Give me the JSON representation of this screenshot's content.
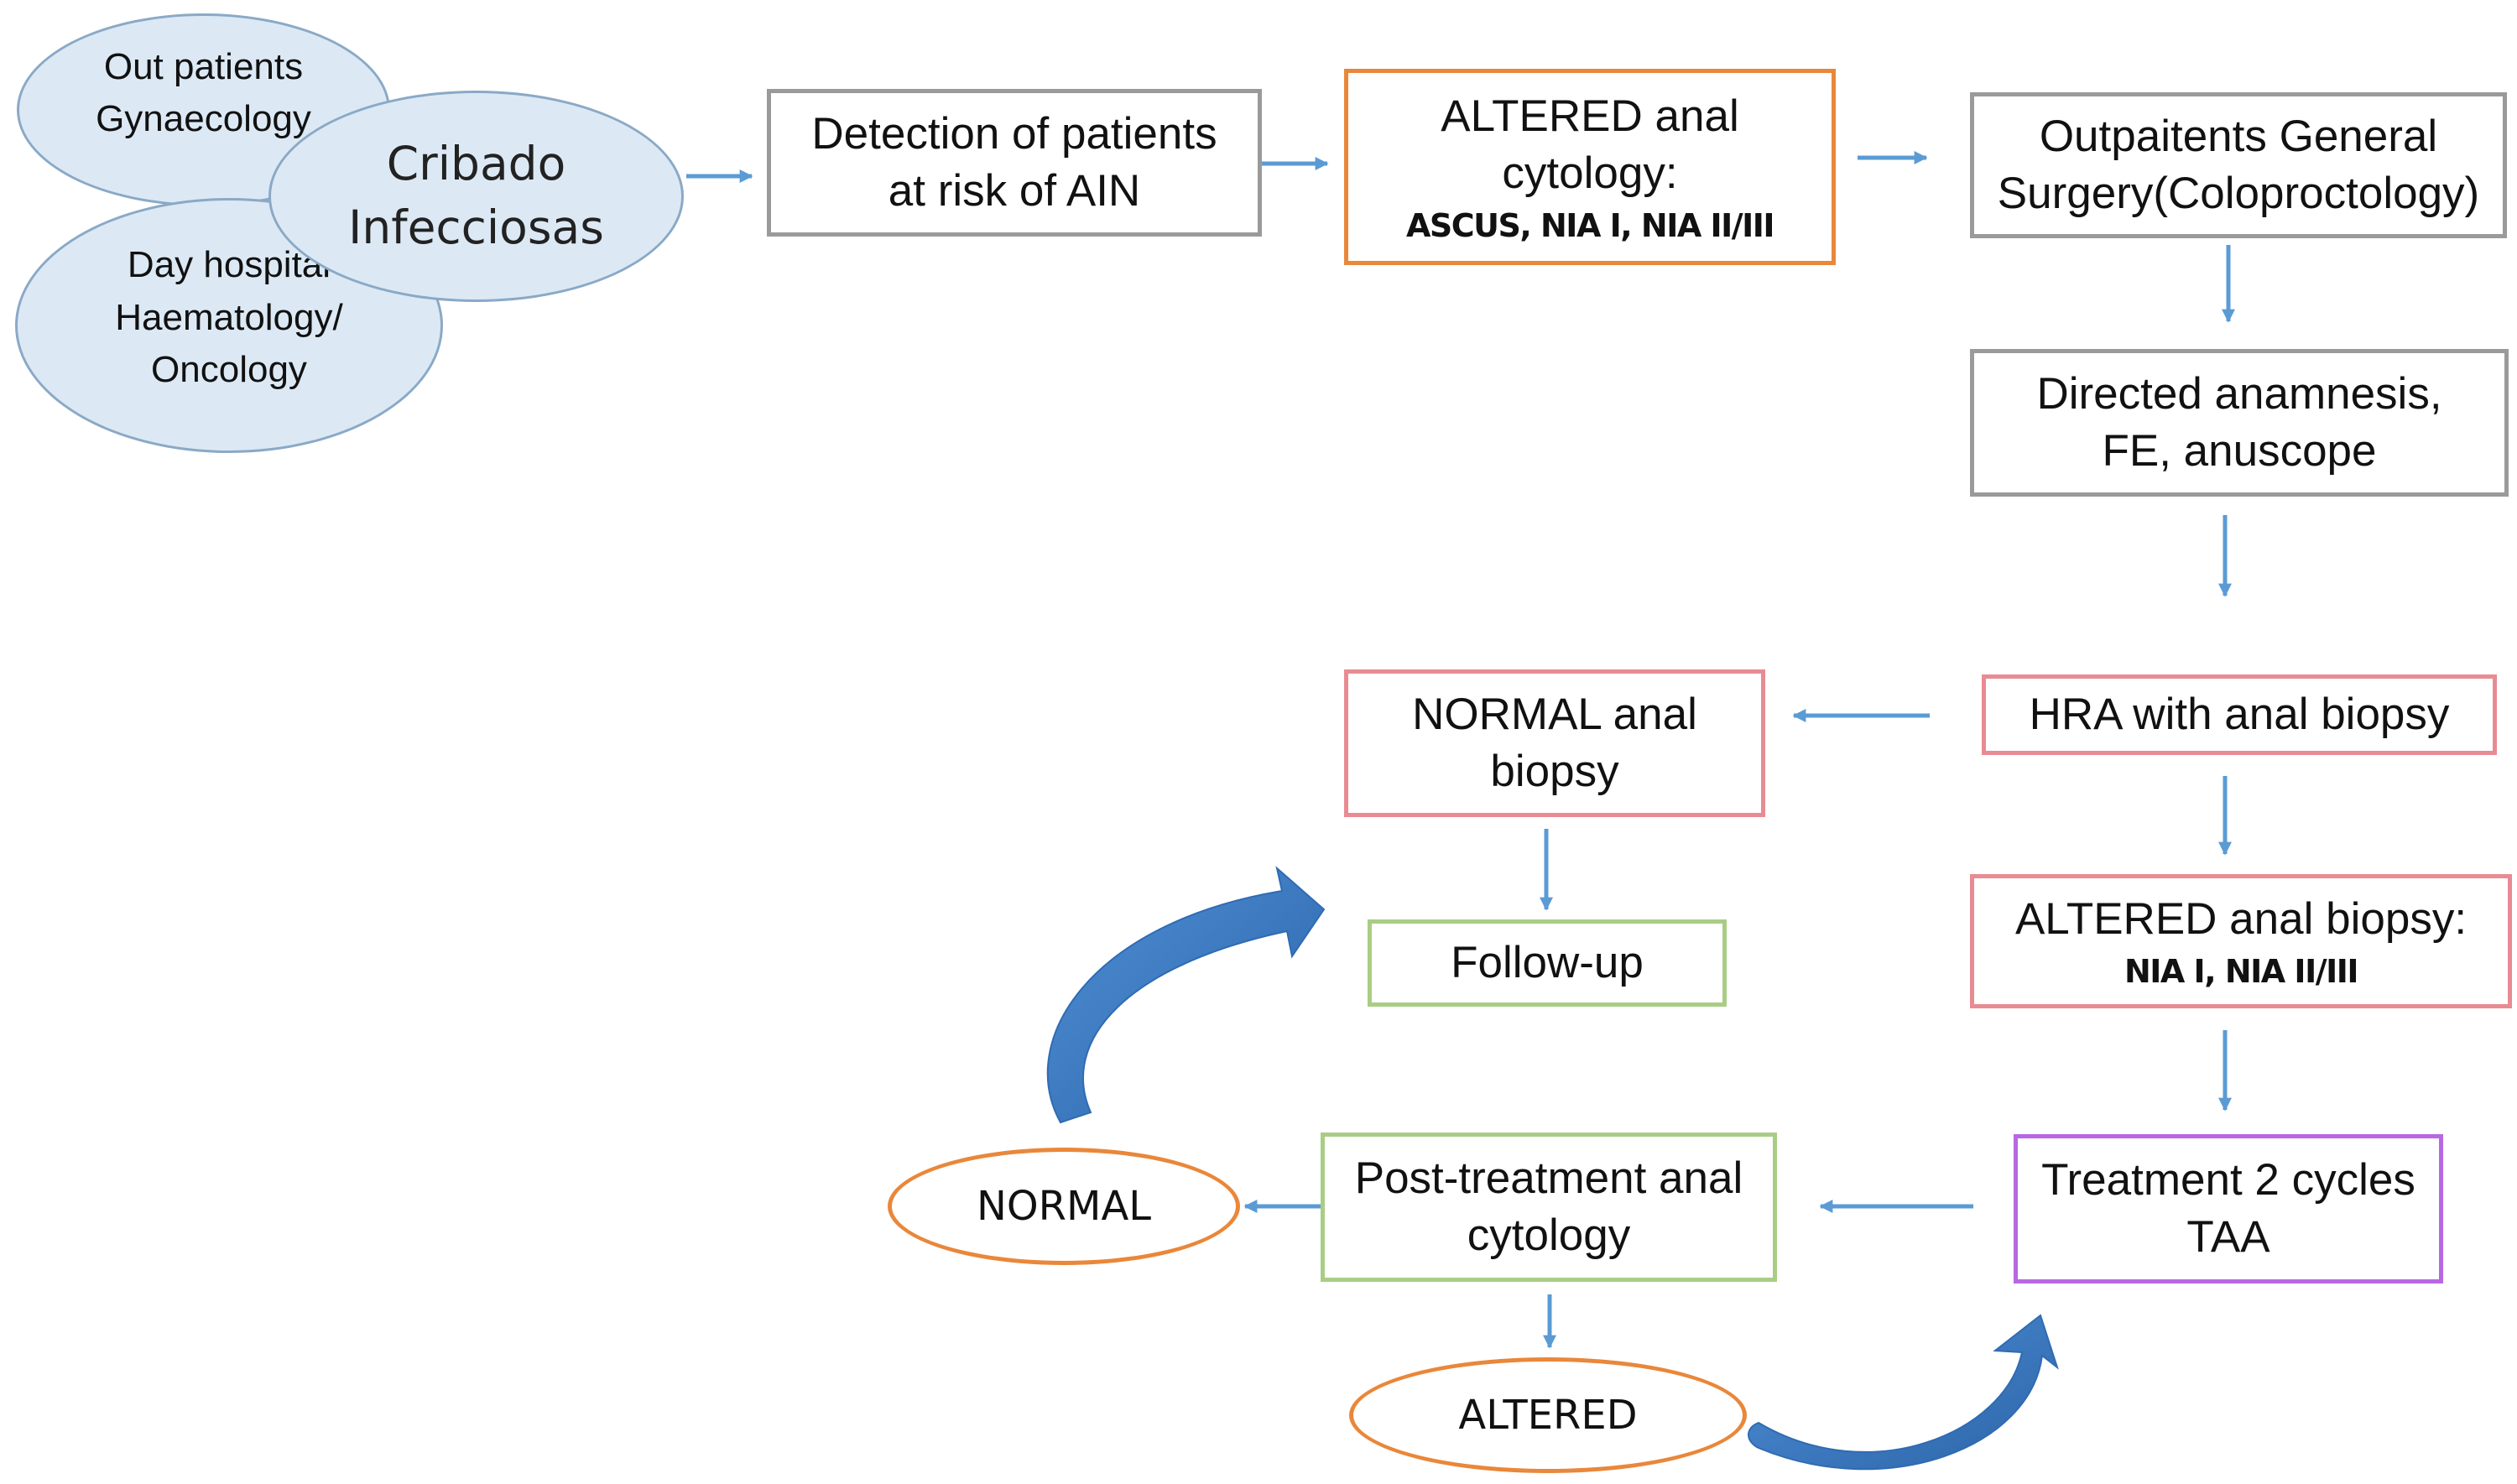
{
  "sources": {
    "outpatients_gyn": [
      "Out patients",
      "Gynaecology"
    ],
    "day_hospital": [
      "Day hospital",
      "Haematology/",
      "Oncology"
    ],
    "cribado": [
      "Cribado",
      "Infecciosas"
    ]
  },
  "boxes": {
    "detection": [
      "Detection of patients",
      "at risk of AIN"
    ],
    "altered_cytology": {
      "lines": [
        "ALTERED anal",
        "cytology:"
      ],
      "sub": "ASCUS, NIA I, NIA II/III"
    },
    "outpatients_surgery": [
      "Outpaitents General",
      "Surgery(Coloproctology)"
    ],
    "anamnesis": [
      "Directed anamnesis,",
      "FE, anuscope"
    ],
    "hra_biopsy": [
      "HRA with anal biopsy"
    ],
    "normal_biopsy": [
      "NORMAL anal",
      "biopsy"
    ],
    "follow_up": [
      "Follow-up"
    ],
    "altered_biopsy": {
      "lines": [
        "ALTERED anal biopsy:"
      ],
      "sub": "NIA I, NIA II/III"
    },
    "treatment": [
      "Treatment 2 cycles",
      "TAA"
    ],
    "post_treatment": [
      "Post-treatment anal",
      "cytology"
    ]
  },
  "outcomes": {
    "normal": "NORMAL",
    "altered": "ALTERED"
  },
  "colors": {
    "arrow": "#5b9bd5",
    "curved_arrow": "#3a79c0",
    "ellipse_fill": "#dce9f5",
    "gray_border": "#9a9a9a",
    "orange_border": "#e9873a",
    "pink_border": "#e88b93",
    "green_border": "#a9cd85",
    "purple_border": "#b768e2"
  }
}
